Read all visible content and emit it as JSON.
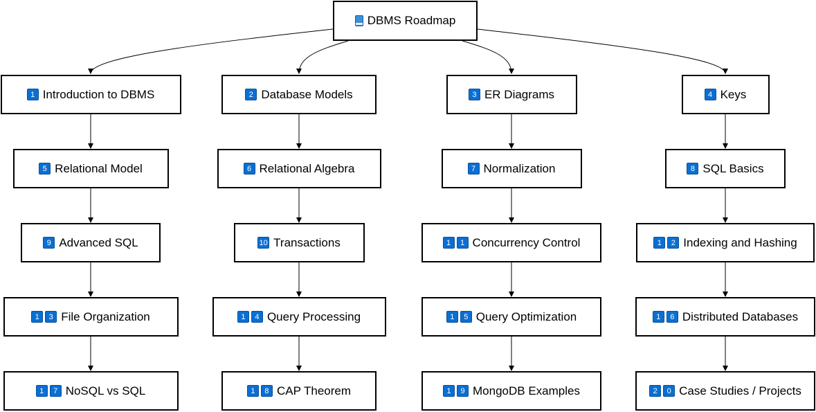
{
  "root": {
    "icon": "book-icon",
    "label": "DBMS Roadmap"
  },
  "colors": {
    "badge": "#0a6fd3",
    "border": "#000000"
  },
  "columns": [
    {
      "nodes": [
        {
          "digits": [
            "1"
          ],
          "label": "Introduction to DBMS"
        },
        {
          "digits": [
            "5"
          ],
          "label": "Relational Model"
        },
        {
          "digits": [
            "9"
          ],
          "label": "Advanced SQL"
        },
        {
          "digits": [
            "1",
            "3"
          ],
          "label": "File Organization"
        },
        {
          "digits": [
            "1",
            "7"
          ],
          "label": "NoSQL vs SQL"
        }
      ]
    },
    {
      "nodes": [
        {
          "digits": [
            "2"
          ],
          "label": "Database Models"
        },
        {
          "digits": [
            "6"
          ],
          "label": "Relational Algebra"
        },
        {
          "digits": [
            "10"
          ],
          "label": "Transactions"
        },
        {
          "digits": [
            "1",
            "4"
          ],
          "label": "Query Processing"
        },
        {
          "digits": [
            "1",
            "8"
          ],
          "label": "CAP Theorem"
        }
      ]
    },
    {
      "nodes": [
        {
          "digits": [
            "3"
          ],
          "label": "ER Diagrams"
        },
        {
          "digits": [
            "7"
          ],
          "label": "Normalization"
        },
        {
          "digits": [
            "1",
            "1"
          ],
          "label": "Concurrency Control"
        },
        {
          "digits": [
            "1",
            "5"
          ],
          "label": "Query Optimization"
        },
        {
          "digits": [
            "1",
            "9"
          ],
          "label": "MongoDB Examples"
        }
      ]
    },
    {
      "nodes": [
        {
          "digits": [
            "4"
          ],
          "label": "Keys"
        },
        {
          "digits": [
            "8"
          ],
          "label": "SQL Basics"
        },
        {
          "digits": [
            "1",
            "2"
          ],
          "label": "Indexing and Hashing"
        },
        {
          "digits": [
            "1",
            "6"
          ],
          "label": "Distributed Databases"
        },
        {
          "digits": [
            "2",
            "0"
          ],
          "label": "Case Studies / Projects"
        }
      ]
    }
  ]
}
